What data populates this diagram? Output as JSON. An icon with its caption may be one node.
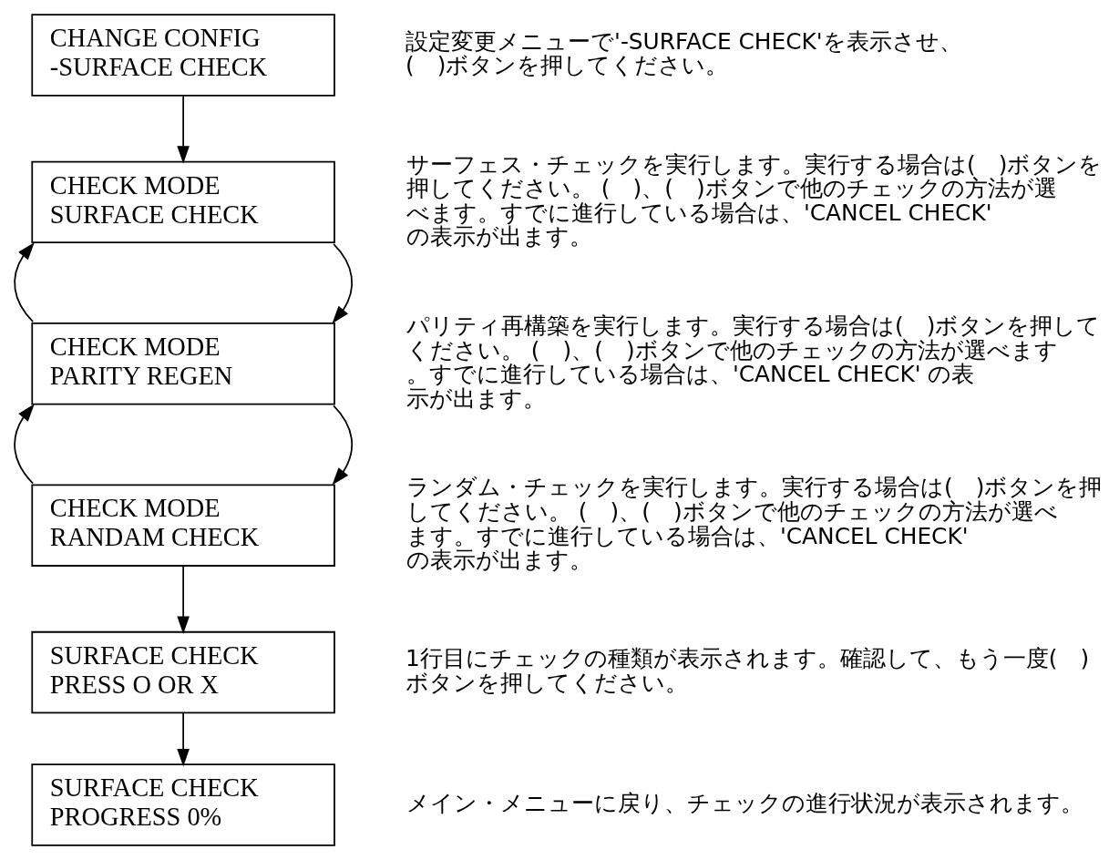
{
  "diagram": {
    "nodes": [
      {
        "text": [
          "CHANGE CONFIG -SURFACE CHECK"
        ],
        "beside": [
          "設定変更メニューで'-SURFACE CHECK'を表示させ、(　)ボタンを押してください。"
        ]
      },
      {
        "text": [
          "CHECK MODE SURFACE CHECK"
        ],
        "beside": [
          "サーフェス・チェックを実行します。実行する場合は(　)ボタンを押してください。 (　)、(　)ボタンで他のチェックの方法が選べます。すでに進行している場合は、'CANCEL CHECK' の表示が出ます。"
        ]
      },
      {
        "text": [
          "CHECK MODE PARITY REGEN"
        ],
        "beside": [
          "パリティ再構築を実行します。実行する場合は(　)ボタンを押してください。 (　)、(　)ボタンで他のチェックの方法が選べます。すでに進行している場合は、'CANCEL CHECK' の表示が出ます。"
        ]
      },
      {
        "text": [
          "CHECK MODE RANDAM CHECK"
        ],
        "beside": [
          "ランダム・チェックを実行します。実行する場合は(　)ボタンを押してください。 (　)、(　)ボタンで他のチェックの方法が選べます。すでに進行している場合は、'CANCEL CHECK' の表示が出ます。"
        ]
      },
      {
        "text": [
          "SURFACE CHECK PRESS O OR X"
        ],
        "beside": [
          "1行目にチェックの種類が表示されます。確認して、もう一度(　)ボタンを押してください。"
        ]
      },
      {
        "text": [
          "SURFACE CHECK PROGRESS 0%"
        ],
        "beside": [
          "メイン・メニューに戻り、チェックの進行状況が表示されます。"
        ]
      }
    ],
    "edges": [
      {
        "from": 0,
        "to": 1,
        "arrow": "to"
      },
      {
        "from": 1,
        "to": 2,
        "arrow": "to"
      },
      {
        "from": 2,
        "to": 1,
        "arrow": "to"
      },
      {
        "from": 2,
        "to": 3,
        "arrow": "to"
      },
      {
        "from": 3,
        "to": 2,
        "arrow": "to"
      },
      {
        "from": 3,
        "to": 4,
        "arrow": "to"
      },
      {
        "from": 4,
        "to": 5,
        "arrow": "to"
      }
    ]
  }
}
